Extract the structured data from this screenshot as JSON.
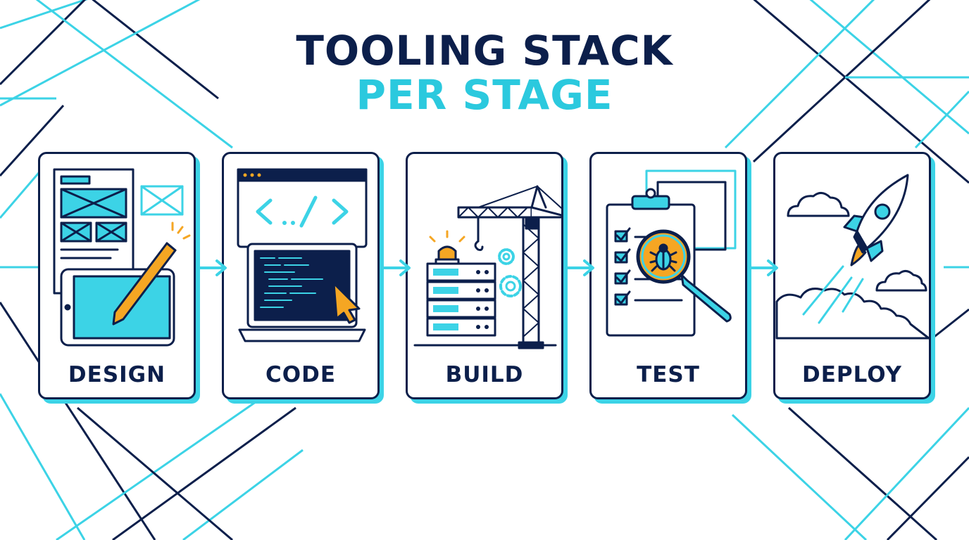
{
  "title": {
    "line1": "TOOLING STACK",
    "line2": "PER STAGE"
  },
  "colors": {
    "navy": "#0c1f4b",
    "cyan": "#2bc9de",
    "orange": "#f5a623",
    "white": "#ffffff"
  },
  "stages": [
    {
      "label": "DESIGN",
      "icon": "design-wireframe-tablet-pencil-icon"
    },
    {
      "label": "CODE",
      "icon": "code-browser-laptop-cursor-icon"
    },
    {
      "label": "BUILD",
      "icon": "build-server-crane-gears-icon"
    },
    {
      "label": "TEST",
      "icon": "test-checklist-bug-magnifier-icon"
    },
    {
      "label": "DEPLOY",
      "icon": "deploy-rocket-clouds-icon"
    }
  ]
}
